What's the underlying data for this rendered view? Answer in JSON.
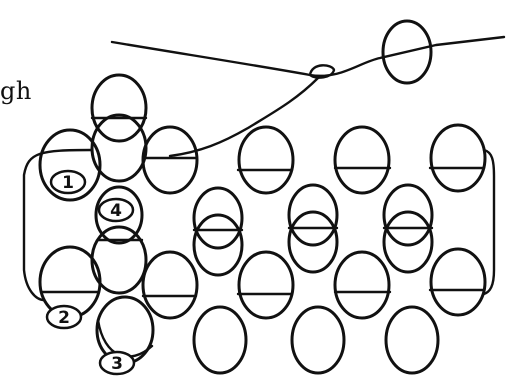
{
  "caption_fragment": "gh",
  "step_markers": [
    "1",
    "2",
    "3",
    "4"
  ],
  "colors": {
    "ink": "#111111",
    "paper": "#ffffff"
  }
}
